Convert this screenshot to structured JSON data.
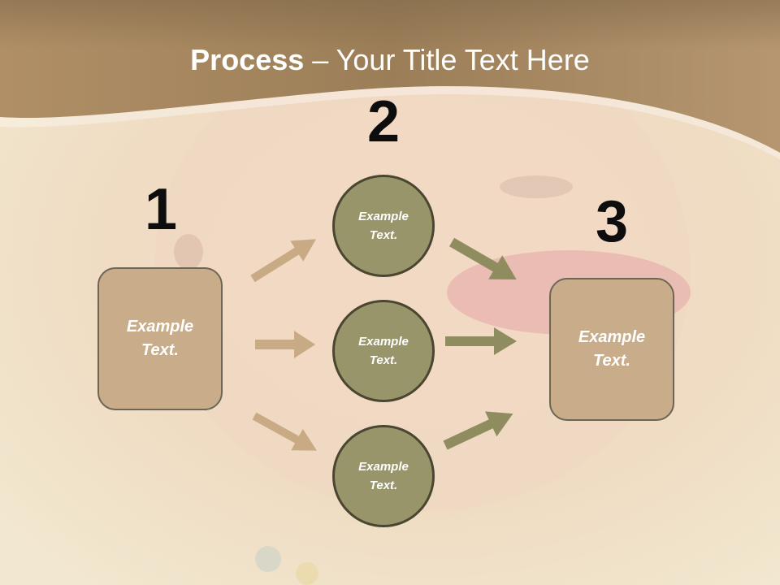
{
  "title": {
    "bold": "Process",
    "rest": " – Your Title Text Here"
  },
  "steps": {
    "one": "1",
    "two": "2",
    "three": "3"
  },
  "nodes": {
    "left_box": "Example Text.",
    "circle_top": "Example Text.",
    "circle_middle": "Example Text.",
    "circle_bottom": "Example Text.",
    "right_box": "Example Text."
  },
  "colors": {
    "header_band": "#a88b63",
    "box_fill": "#c9ad8a",
    "circle_fill": "#99956a",
    "arrow_tan": "#c8ab85",
    "arrow_olive": "#8f8d60"
  }
}
